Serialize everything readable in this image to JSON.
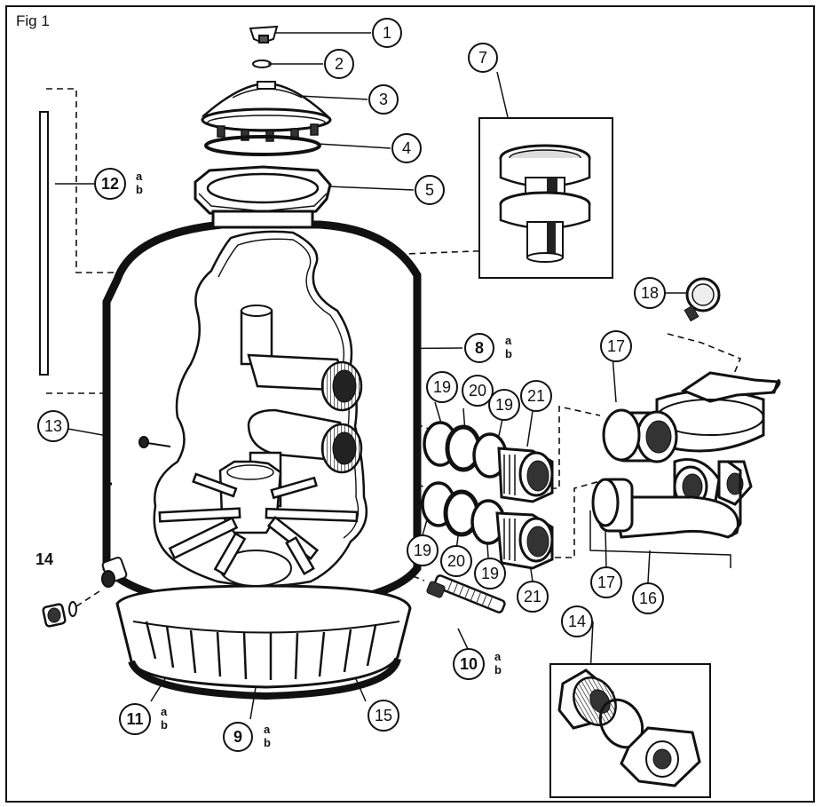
{
  "figure": {
    "title": "Fig 1"
  },
  "callouts": [
    {
      "id": "c1",
      "label": "1",
      "bold": false,
      "sub": [
        "",
        ""
      ]
    },
    {
      "id": "c2",
      "label": "2",
      "bold": false,
      "sub": [
        "",
        ""
      ]
    },
    {
      "id": "c3",
      "label": "3",
      "bold": false,
      "sub": [
        "",
        ""
      ]
    },
    {
      "id": "c4",
      "label": "4",
      "bold": false,
      "sub": [
        "",
        ""
      ]
    },
    {
      "id": "c5",
      "label": "5",
      "bold": false,
      "sub": [
        "",
        ""
      ]
    },
    {
      "id": "c7",
      "label": "7",
      "bold": false,
      "sub": [
        "",
        ""
      ]
    },
    {
      "id": "c8",
      "label": "8",
      "bold": true,
      "sub": [
        "a",
        "b"
      ]
    },
    {
      "id": "c9",
      "label": "9",
      "bold": true,
      "sub": [
        "a",
        "b"
      ]
    },
    {
      "id": "c10",
      "label": "10",
      "bold": true,
      "sub": [
        "a",
        "b"
      ]
    },
    {
      "id": "c11",
      "label": "11",
      "bold": true,
      "sub": [
        "a",
        "b"
      ]
    },
    {
      "id": "c12",
      "label": "12",
      "bold": true,
      "sub": [
        "a",
        "b"
      ]
    },
    {
      "id": "c13",
      "label": "13",
      "bold": false,
      "sub": [
        "",
        ""
      ]
    },
    {
      "id": "c14a",
      "label": "14",
      "bold": true,
      "sub": [
        "",
        ""
      ]
    },
    {
      "id": "c14b",
      "label": "14",
      "bold": false,
      "sub": [
        "",
        ""
      ]
    },
    {
      "id": "c15",
      "label": "15",
      "bold": false,
      "sub": [
        "",
        ""
      ]
    },
    {
      "id": "c16",
      "label": "16",
      "bold": false,
      "sub": [
        "",
        ""
      ]
    },
    {
      "id": "c17a",
      "label": "17",
      "bold": false,
      "sub": [
        "",
        ""
      ]
    },
    {
      "id": "c17b",
      "label": "17",
      "bold": false,
      "sub": [
        "",
        ""
      ]
    },
    {
      "id": "c18",
      "label": "18",
      "bold": false,
      "sub": [
        "",
        ""
      ]
    },
    {
      "id": "c19a",
      "label": "19",
      "bold": false,
      "sub": [
        "",
        ""
      ]
    },
    {
      "id": "c19b",
      "label": "19",
      "bold": false,
      "sub": [
        "",
        ""
      ]
    },
    {
      "id": "c19c",
      "label": "19",
      "bold": false,
      "sub": [
        "",
        ""
      ]
    },
    {
      "id": "c19d",
      "label": "19",
      "bold": false,
      "sub": [
        "",
        ""
      ]
    },
    {
      "id": "c20a",
      "label": "20",
      "bold": false,
      "sub": [
        "",
        ""
      ]
    },
    {
      "id": "c20b",
      "label": "20",
      "bold": false,
      "sub": [
        "",
        ""
      ]
    },
    {
      "id": "c21a",
      "label": "21",
      "bold": false,
      "sub": [
        "",
        ""
      ]
    },
    {
      "id": "c21b",
      "label": "21",
      "bold": false,
      "sub": [
        "",
        ""
      ]
    }
  ]
}
